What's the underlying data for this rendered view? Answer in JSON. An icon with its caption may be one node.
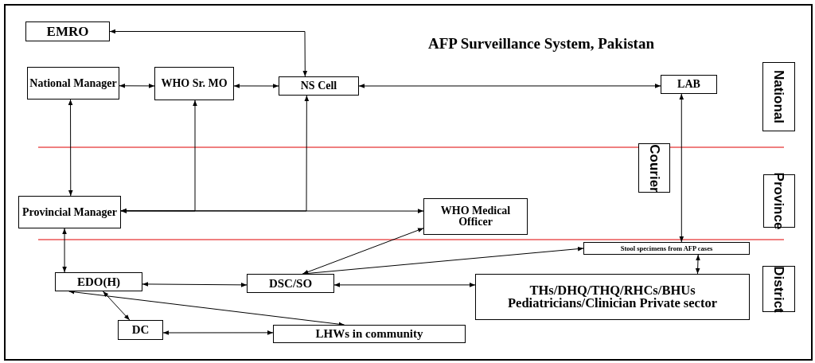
{
  "diagram": {
    "title": "AFP Surveillance System, Pakistan",
    "nodes": [
      {
        "text": [
          "EMRO"
        ]
      },
      {
        "text": [
          "National Manager"
        ]
      },
      {
        "text": [
          "WHO Sr. MO"
        ]
      },
      {
        "text": [
          "NS Cell"
        ]
      },
      {
        "text": [
          "LAB"
        ]
      },
      {
        "text": [
          "National"
        ]
      },
      {
        "text": [
          "Courier"
        ]
      },
      {
        "text": [
          "Provincial Manager"
        ]
      },
      {
        "text": [
          "WHO Medical Officer"
        ]
      },
      {
        "text": [
          "Province"
        ]
      },
      {
        "text": [
          "Stool specimens from AFP cases"
        ]
      },
      {
        "text": [
          "EDO(H)"
        ]
      },
      {
        "text": [
          "DSC/SO"
        ]
      },
      {
        "text": [
          "THs/DHQ/THQ/RHCs/BHUs Pediatricians/Clinician Private sector"
        ]
      },
      {
        "text": [
          "District"
        ]
      },
      {
        "text": [
          "DC"
        ]
      },
      {
        "text": [
          "LHWs in community"
        ]
      }
    ],
    "edges": [
      {
        "from": 0,
        "to": 3,
        "arrow": "both"
      },
      {
        "from": 1,
        "to": 2,
        "arrow": "both"
      },
      {
        "from": 2,
        "to": 3,
        "arrow": "both"
      },
      {
        "from": 3,
        "to": 4,
        "arrow": "both"
      },
      {
        "from": 1,
        "to": 7,
        "arrow": "both"
      },
      {
        "from": 7,
        "to": 8,
        "arrow": "both"
      },
      {
        "from": 7,
        "to": 2,
        "arrow": "both"
      },
      {
        "from": 7,
        "to": 3,
        "arrow": "both"
      },
      {
        "from": 4,
        "to": 10,
        "arrow": "both"
      },
      {
        "from": 8,
        "to": 12,
        "arrow": "both"
      },
      {
        "from": 12,
        "to": 10,
        "arrow": "both"
      },
      {
        "from": 10,
        "to": 13,
        "arrow": "both"
      },
      {
        "from": 7,
        "to": 11,
        "arrow": "both"
      },
      {
        "from": 11,
        "to": 12,
        "arrow": "both"
      },
      {
        "from": 12,
        "to": 13,
        "arrow": "both"
      },
      {
        "from": 11,
        "to": 15,
        "arrow": "both"
      },
      {
        "from": 11,
        "to": 16,
        "arrow": "both"
      },
      {
        "from": 15,
        "to": 16,
        "arrow": "both"
      }
    ]
  }
}
